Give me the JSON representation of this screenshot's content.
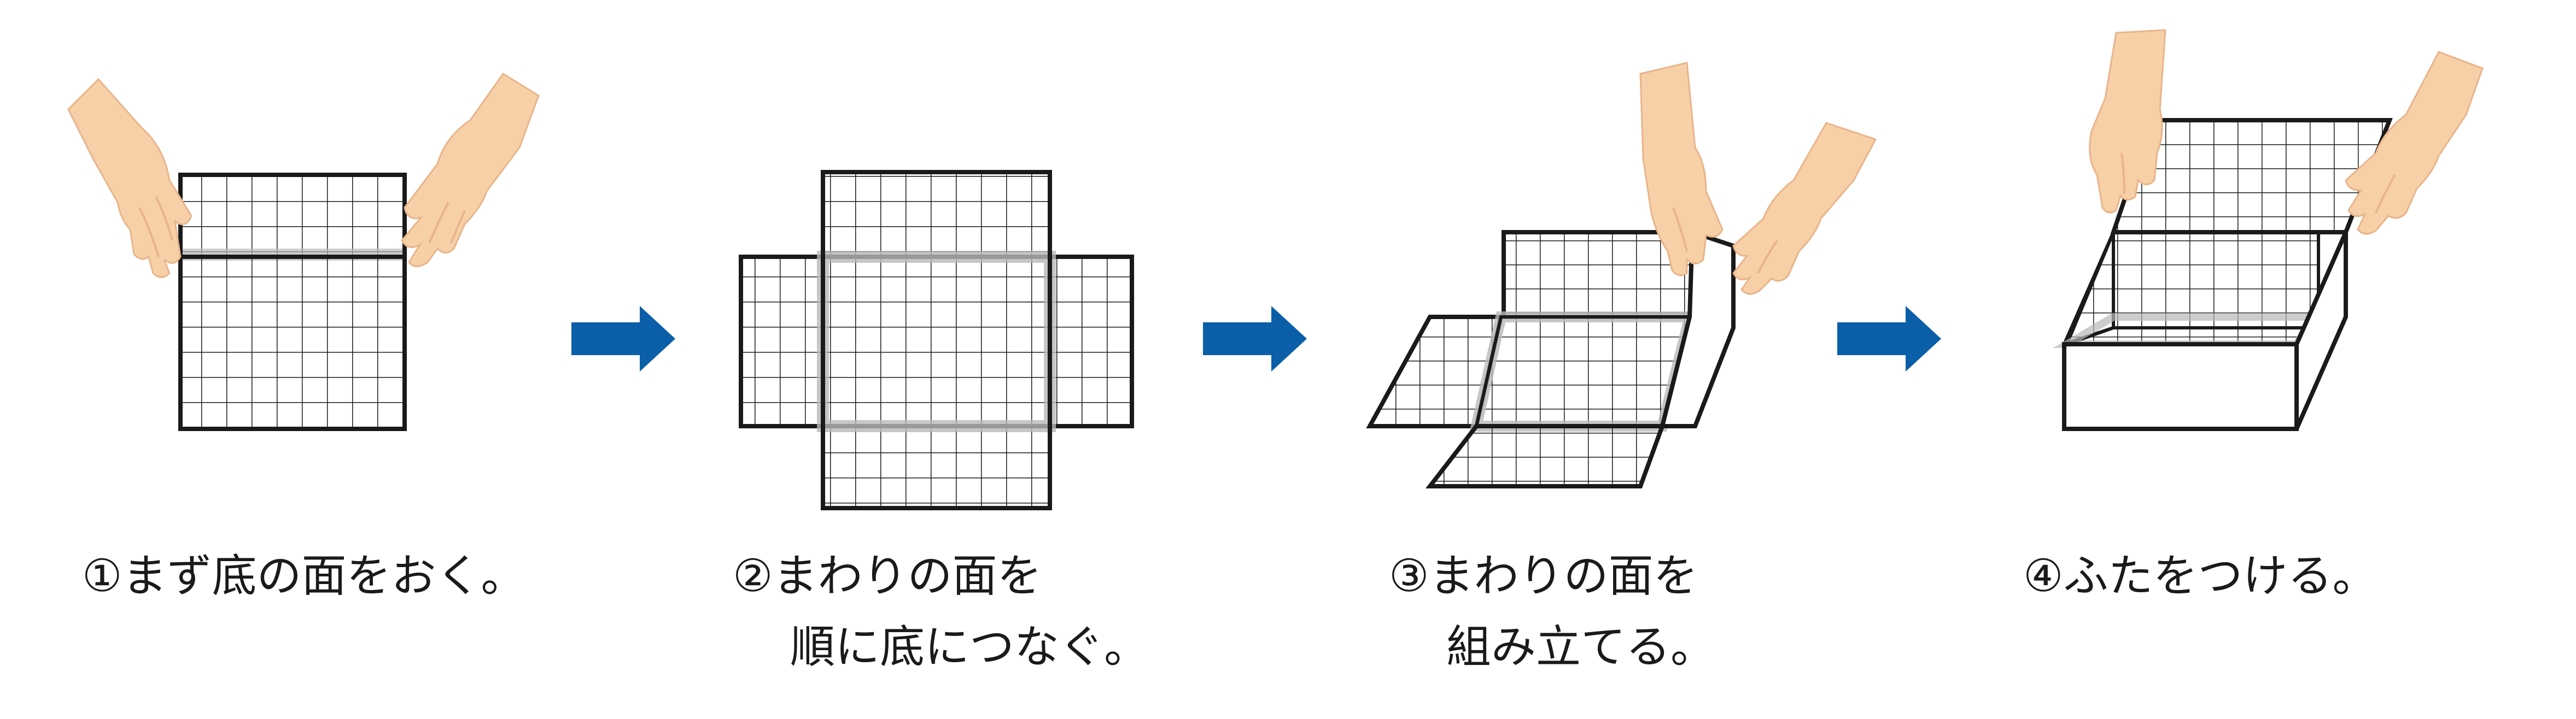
{
  "colors": {
    "arrow": "#0a5fa8",
    "grid_line": "#1a1a1a",
    "outline": "#1a1a1a",
    "fold_shadow": "#b8b8b8",
    "skin": "#f7d0a8",
    "skin_shade": "#e9b48a"
  },
  "steps": [
    {
      "lines": [
        "①まず底の面をおく。"
      ]
    },
    {
      "lines": [
        "②まわりの面を",
        "順に底につなぐ。"
      ]
    },
    {
      "lines": [
        "③まわりの面を",
        "組み立てる。"
      ]
    },
    {
      "lines": [
        "④ふたをつける。"
      ]
    }
  ],
  "icons": [
    "hand-icon",
    "arrow-right-icon"
  ]
}
